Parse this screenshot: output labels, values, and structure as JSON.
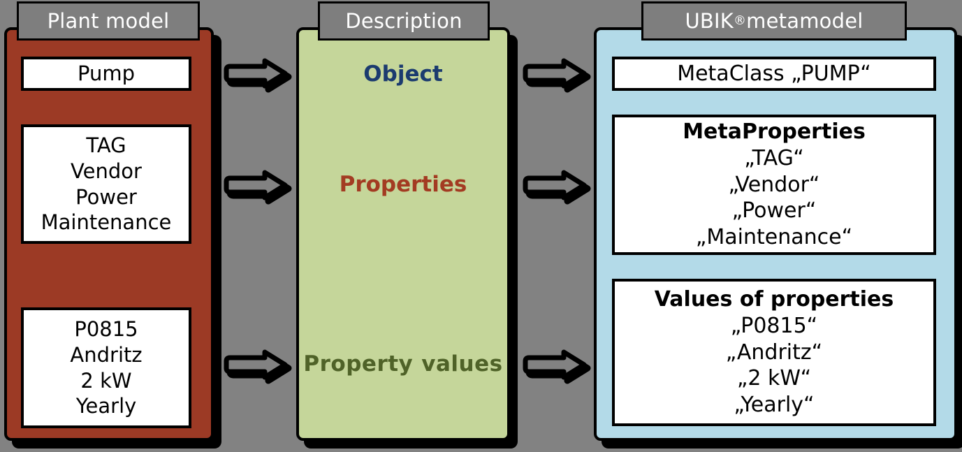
{
  "columns": {
    "plant": {
      "header": "Plant model",
      "boxes": {
        "object": {
          "lines": [
            "Pump"
          ]
        },
        "properties": {
          "lines": [
            "TAG",
            "Vendor",
            "Power",
            "Maintenance"
          ]
        },
        "values": {
          "lines": [
            "P0815",
            "Andritz",
            "2 kW",
            "Yearly"
          ]
        }
      }
    },
    "description": {
      "header": "Description",
      "labels": {
        "object": "Object",
        "properties": "Properties",
        "values_first": "Property",
        "values_second": "values"
      },
      "colors": {
        "object": "#1B3B6F",
        "properties": "#A33B22",
        "values": "#4F6228"
      }
    },
    "ubik": {
      "header_main": "UBIK",
      "header_sup": "®",
      "header_tail": " metamodel",
      "boxes": {
        "metaclass": {
          "title": "MetaClass",
          "lines": [
            "„PUMP“"
          ]
        },
        "metaproperties": {
          "title": "MetaProperties",
          "lines": [
            "„TAG“",
            "„Vendor“",
            "„Power“",
            "„Maintenance“"
          ]
        },
        "valuesofproperties": {
          "title": "Values of properties",
          "lines": [
            "„P0815“",
            "„Andritz“",
            "„2 kW“",
            "„Yearly“"
          ]
        }
      }
    }
  },
  "arrows": {
    "left_object": "arrow-right",
    "left_properties": "arrow-right",
    "left_values": "arrow-right",
    "right_object": "arrow-right",
    "right_properties": "arrow-right",
    "right_values": "arrow-right"
  },
  "palette": {
    "background": "#828282",
    "header_fill": "#7E7E7E",
    "plant_fill": "#9C3A25",
    "description_fill": "#C5D69A",
    "ubik_fill": "#B3DAE8",
    "box_fill": "#FFFFFF",
    "outline": "#000000"
  }
}
